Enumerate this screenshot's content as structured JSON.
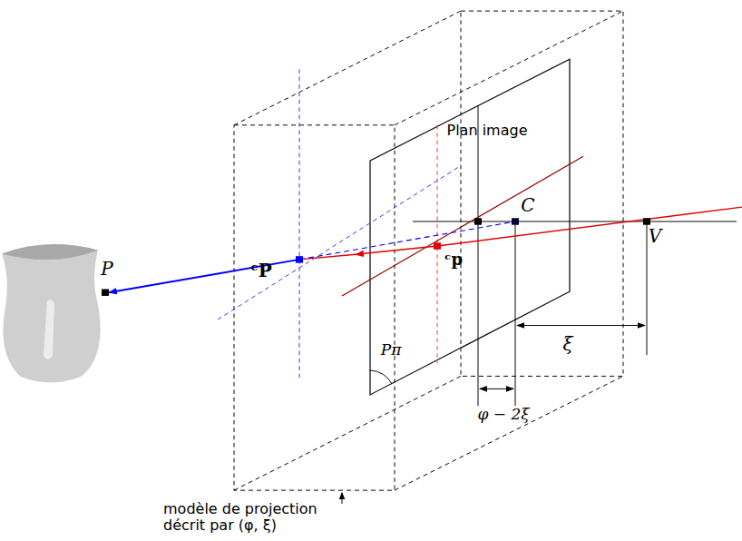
{
  "diagram": {
    "nodes": [
      {
        "text": [
          "Plan image"
        ]
      }
    ],
    "labels": [
      "P",
      "ᶜP",
      "ᶜp",
      "C",
      "V",
      "Pπ",
      "ξ",
      "φ − 2ξ",
      "modèle de projection décrit par (φ, ξ)"
    ]
  }
}
